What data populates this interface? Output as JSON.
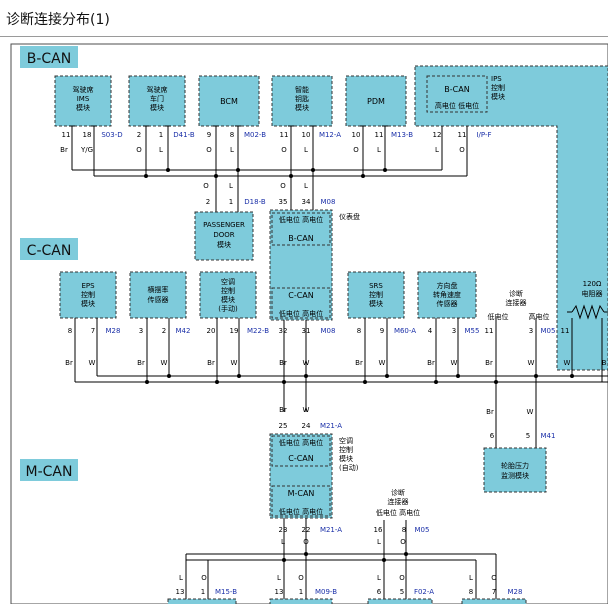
{
  "header": {
    "title": "诊断连接分布(1)"
  },
  "colors": {
    "module": "#7ecbdb",
    "bus_label": "#7ecbdb",
    "pin_code": "#1a2fa8",
    "wire": "#000000",
    "border": "#4d4d4d"
  },
  "bus_labels": {
    "bcan": "B-CAN",
    "ccan": "C-CAN",
    "mcan": "M-CAN"
  },
  "bcan_modules": [
    {
      "label": [
        "驾驶席",
        "IMS",
        "模块"
      ],
      "pins": [
        "11",
        "18"
      ],
      "code": "S03-D",
      "wires": [
        "Br",
        "Y/G"
      ]
    },
    {
      "label": [
        "驾驶席",
        "车门",
        "模块"
      ],
      "pins": [
        "2",
        "1"
      ],
      "code": "D41-B",
      "wires": [
        "O",
        "L"
      ]
    },
    {
      "label": [
        "BCM"
      ],
      "pins": [
        "9",
        "8"
      ],
      "code": "M02-B",
      "wires": [
        "O",
        "L"
      ]
    },
    {
      "label": [
        "智能",
        "钥匙",
        "模块"
      ],
      "pins": [
        "11",
        "10"
      ],
      "code": "M12-A",
      "wires": [
        "O",
        "L"
      ]
    },
    {
      "label": [
        "PDM"
      ],
      "pins": [
        "10",
        "11"
      ],
      "code": "M13-B",
      "wires": [
        "O",
        "L"
      ]
    }
  ],
  "ips": {
    "label": [
      "IPS",
      "控制",
      "模块"
    ],
    "inner": "B-CAN",
    "inner_levels": "高电位 低电位",
    "pins": [
      "12",
      "11"
    ],
    "code": "I/P-F",
    "wires": [
      "L",
      "O"
    ]
  },
  "passenger_door": {
    "label": [
      "PASSENGER",
      "DOOR",
      "模块"
    ],
    "pins": [
      "2",
      "1"
    ],
    "code": "D18-B",
    "wires": [
      "O",
      "L"
    ]
  },
  "cluster": {
    "title": "仪表盘",
    "top_pins": [
      "35",
      "34"
    ],
    "top_code": "M08",
    "top_wires": [
      "O",
      "L"
    ],
    "levels_top": "低电位 高电位",
    "bcan": "B-CAN",
    "ccan": "C-CAN",
    "levels_bottom": "低电位 高电位",
    "bottom_pins": [
      "32",
      "31"
    ],
    "bottom_code": "M08",
    "bottom_wires": [
      "Br",
      "W"
    ]
  },
  "ccan_modules": [
    {
      "label": [
        "EPS",
        "控制",
        "模块"
      ],
      "pins": [
        "8",
        "7"
      ],
      "code": "M28",
      "wires": [
        "Br",
        "W"
      ]
    },
    {
      "label": [
        "横摆率",
        "传感器"
      ],
      "pins": [
        "3",
        "2"
      ],
      "code": "M42",
      "wires": [
        "Br",
        "W"
      ]
    },
    {
      "label": [
        "空调",
        "控制",
        "模块",
        "(手动)"
      ],
      "pins": [
        "20",
        "19"
      ],
      "code": "M22-B",
      "wires": [
        "Br",
        "W"
      ]
    },
    {
      "label": [
        "SRS",
        "控制",
        "模块"
      ],
      "pins": [
        "8",
        "9"
      ],
      "code": "M60-A",
      "wires": [
        "Br",
        "W"
      ]
    },
    {
      "label": [
        "方向盘",
        "转角速度",
        "传感器"
      ],
      "pins": [
        "4",
        "3"
      ],
      "code": "M55",
      "wires": [
        "Br",
        "W"
      ]
    }
  ],
  "diag_connector_c": {
    "title": [
      "诊断",
      "连接器"
    ],
    "levels": [
      "低电位",
      "高电位"
    ],
    "pins": [
      "11",
      "3"
    ],
    "code": "M05",
    "wires": [
      "Br",
      "W"
    ]
  },
  "terminator": {
    "label": [
      "120Ω",
      "电阻器"
    ],
    "pins": [
      "11"
    ],
    "wires": [
      "W",
      "B"
    ]
  },
  "tpms": {
    "label": [
      "轮胎压力",
      "监测模块"
    ],
    "pins": [
      "6",
      "5"
    ],
    "code": "M41",
    "wires": [
      "Br",
      "W"
    ]
  },
  "aircon_auto": {
    "title": [
      "空调",
      "控制",
      "模块",
      "(自动)"
    ],
    "top_pins": [
      "25",
      "24"
    ],
    "top_code": "M21-A",
    "top_wires": [
      "Br",
      "W"
    ],
    "levels_top": "低电位 高电位",
    "ccan": "C-CAN",
    "mcan": "M-CAN",
    "levels_bottom": "低电位 高电位",
    "bottom_pins": [
      "23",
      "22"
    ],
    "bottom_code": "M21-A",
    "bottom_wires": [
      "L",
      "O"
    ]
  },
  "diag_connector_m": {
    "title": [
      "诊断",
      "连接器"
    ],
    "levels": "低电位 高电位",
    "pins": [
      "16",
      "8"
    ],
    "code": "M05",
    "wires": [
      "L",
      "O"
    ]
  },
  "mcan_bottom": [
    {
      "pins": [
        "13",
        "1"
      ],
      "code": "M15-B",
      "wires": [
        "L",
        "O"
      ]
    },
    {
      "pins": [
        "13",
        "1"
      ],
      "code": "M09-B",
      "wires": [
        "L",
        "O"
      ]
    },
    {
      "pins": [
        "6",
        "5"
      ],
      "code": "F02-A",
      "wires": [
        "L",
        "O"
      ]
    },
    {
      "pins": [
        "8",
        "7"
      ],
      "code": "M28",
      "wires": [
        "L",
        "O"
      ]
    }
  ]
}
